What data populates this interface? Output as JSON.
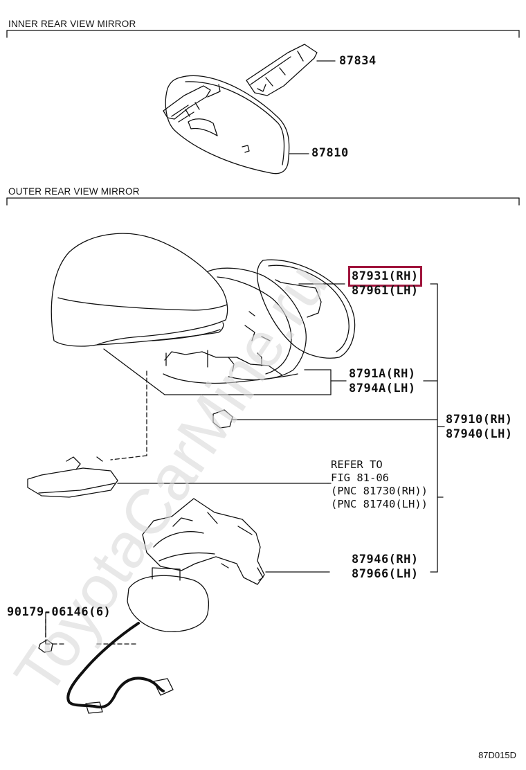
{
  "inner_section": {
    "title": "INNER REAR VIEW MIRROR"
  },
  "outer_section": {
    "title": "OUTER REAR VIEW MIRROR"
  },
  "parts": {
    "p87834": "87834",
    "p87810": "87810",
    "p87931": "87931(RH)",
    "p87961": "87961(LH)",
    "p8791a": "8791A(RH)",
    "p8794a": "8794A(LH)",
    "p87910": "87910(RH)",
    "p87940": "87940(LH)",
    "p87946": "87946(RH)",
    "p87966": "87966(LH)",
    "p90179": "90179-06146(6)"
  },
  "refer": {
    "line1": "REFER TO",
    "line2": "FIG 81-06",
    "line3": "(PNC 81730(RH))",
    "line4": "(PNC 81740(LH))"
  },
  "watermark": "ToyotaCarMine.ru",
  "diagram_code": "87D015D",
  "colors": {
    "highlight": "#a0143c",
    "line": "#111111",
    "watermark": "#d9d9d9"
  }
}
